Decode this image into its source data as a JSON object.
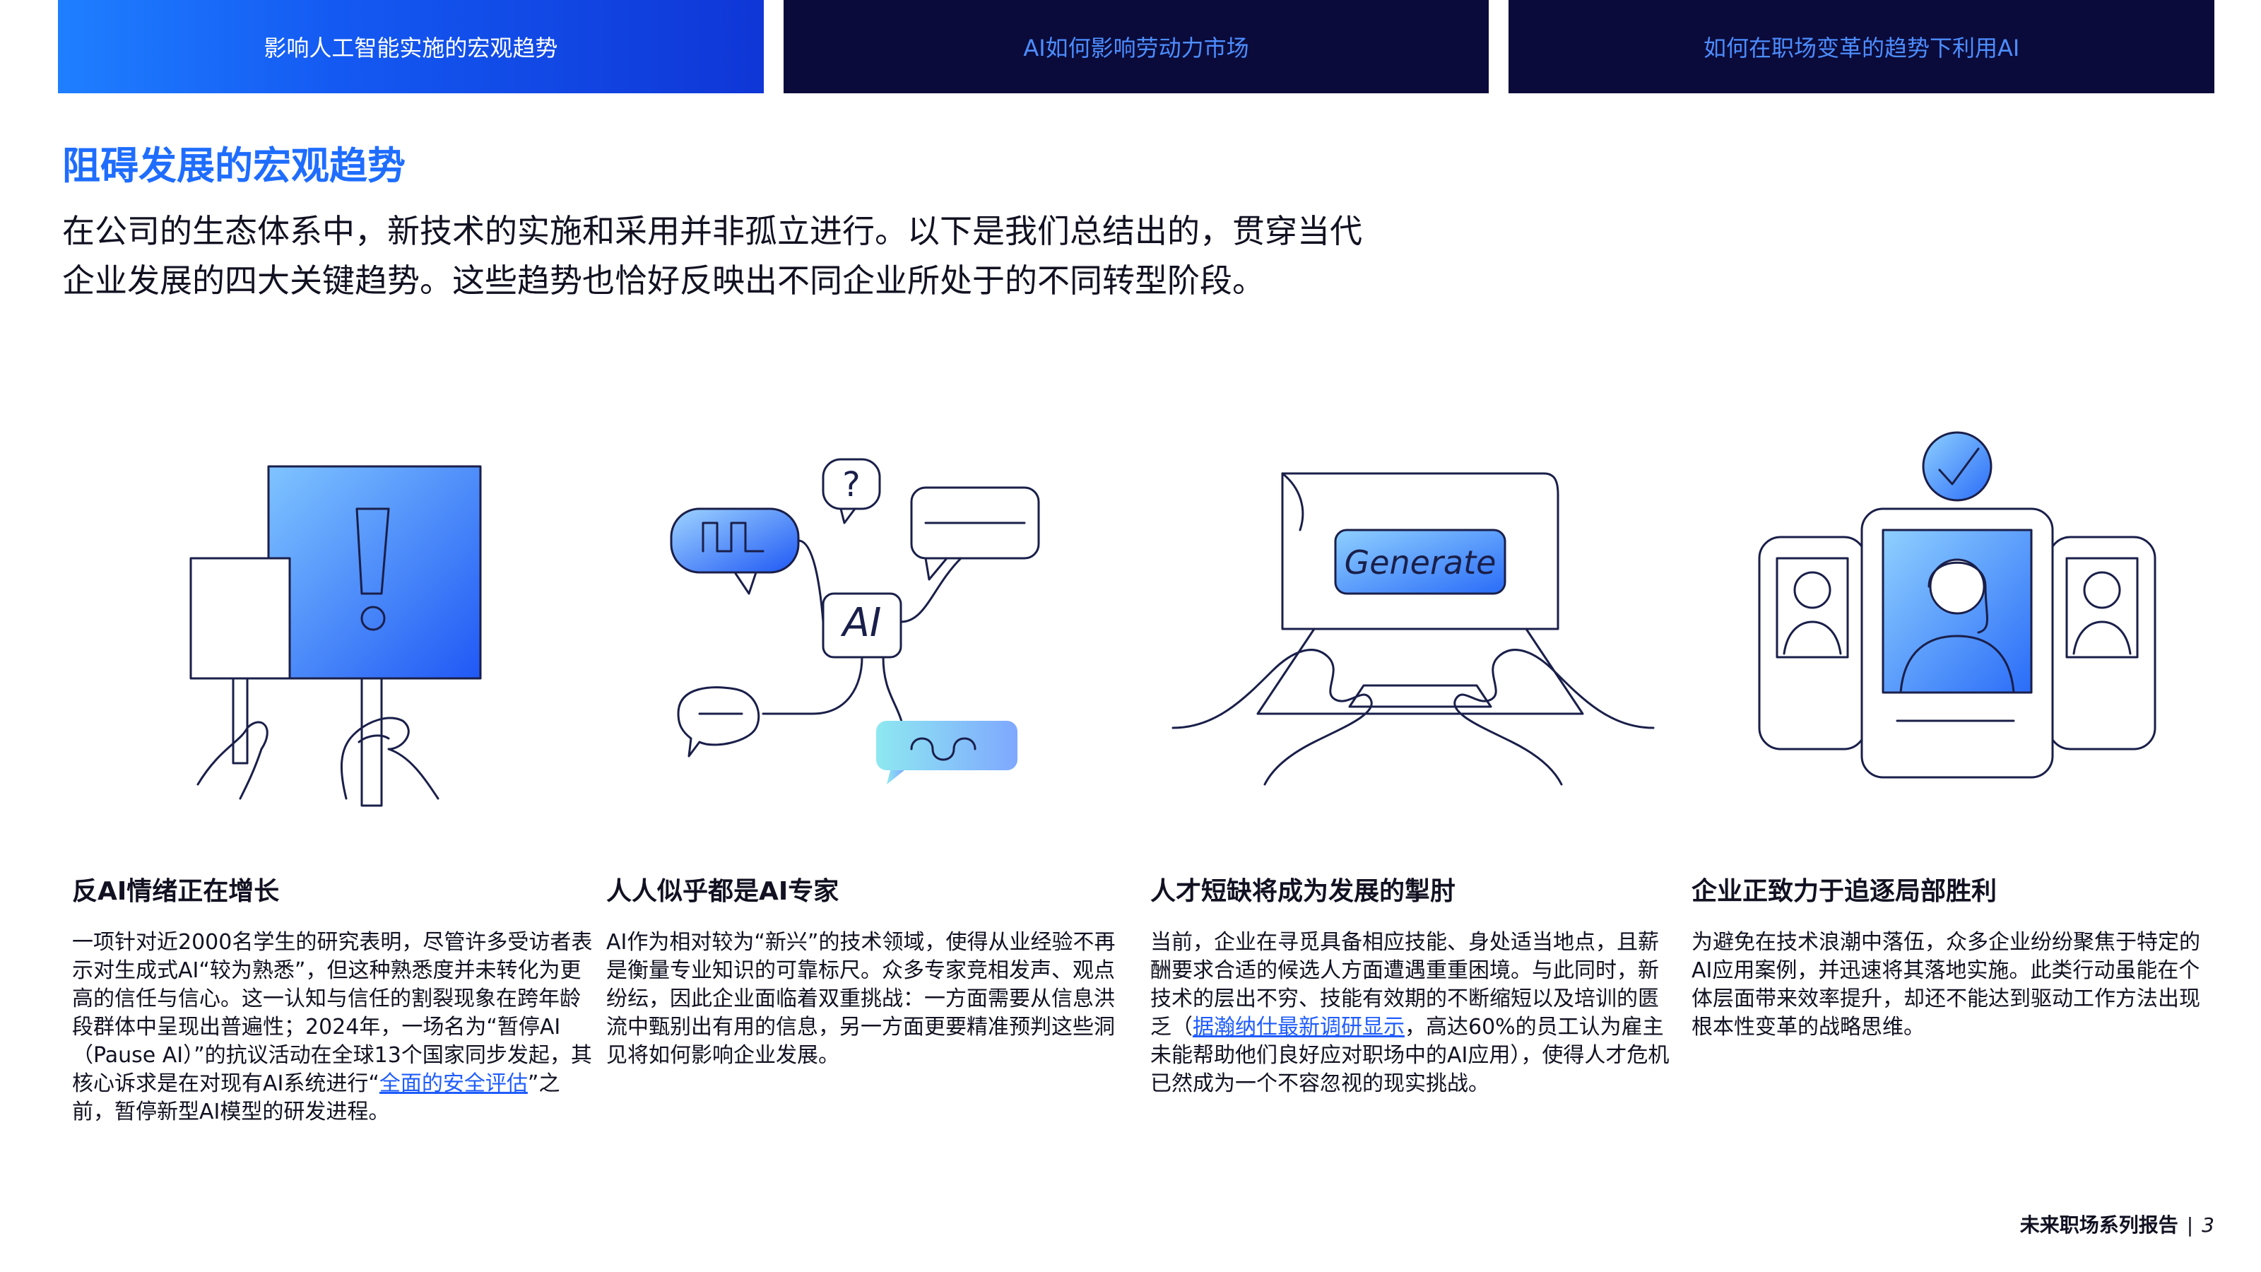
{
  "tabs": [
    {
      "label": "影响人工智能实施的宏观趋势",
      "active": true
    },
    {
      "label": "AI如何影响劳动力市场",
      "active": false
    },
    {
      "label": "如何在职场变革的趋势下利用AI",
      "active": false
    }
  ],
  "section_title": "阻碍发展的宏观趋势",
  "intro": {
    "line1": "在公司的生态体系中，新技术的实施和采用并非孤立进行。以下是我们总结出的，贯穿当代",
    "line2": "企业发展的四大关键趋势。这些趋势也恰好反映出不同企业所处于的不同转型阶段。"
  },
  "illustrations": {
    "generate_label": "Generate",
    "ai_label": "AI",
    "question_mark": "?"
  },
  "columns": [
    {
      "title": "反AI情绪正在增长",
      "text_before": "一项针对近2000名学生的研究表明，尽管许多受访者表示对生成式AI“较为熟悉”，但这种熟悉度并未转化为更高的信任与信心。这一认知与信任的割裂现象在跨年龄段群体中呈现出普遍性；2024年，一场名为“暂停AI（Pause AI）”的抗议活动在全球13个国家同步发起，其核心诉求是在对现有AI系统进行“",
      "link": "全面的安全评估",
      "text_after": "”之前，暂停新型AI模型的研发进程。"
    },
    {
      "title": "人人似乎都是AI专家",
      "text_before": "AI作为相对较为“新兴”的技术领域，使得从业经验不再是衡量专业知识的可靠标尺。众多专家竞相发声、观点纷纭，因此企业面临着双重挑战：一方面需要从信息洪流中甄别出有用的信息，另一方面更要精准预判这些洞见将如何影响企业发展。",
      "link": "",
      "text_after": ""
    },
    {
      "title": "人才短缺将成为发展的掣肘",
      "text_before": "当前，企业在寻觅具备相应技能、身处适当地点，且薪酬要求合适的候选人方面遭遇重重困境。与此同时，新技术的层出不穷、技能有效期的不断缩短以及培训的匮乏（",
      "link": "据瀚纳仕最新调研显示",
      "text_after": "，高达60%的员工认为雇主未能帮助他们良好应对职场中的AI应用），使得人才危机已然成为一个不容忽视的现实挑战。"
    },
    {
      "title": "企业正致力于追逐局部胜利",
      "text_before": "为避免在技术浪潮中落伍，众多企业纷纷聚焦于特定的AI应用案例，并迅速将其落地实施。此类行动虽能在个体层面带来效率提升，却还不能达到驱动工作方法出现根本性变革的战略思维。",
      "link": "",
      "text_after": ""
    }
  ],
  "footer": {
    "report": "未来职场系列报告",
    "separator": "|",
    "page": "3"
  },
  "colors": {
    "accent_blue": "#1f6dff",
    "navy": "#0a0b3b",
    "link": "#1f5cff",
    "line_art": "#1a1f4a"
  }
}
